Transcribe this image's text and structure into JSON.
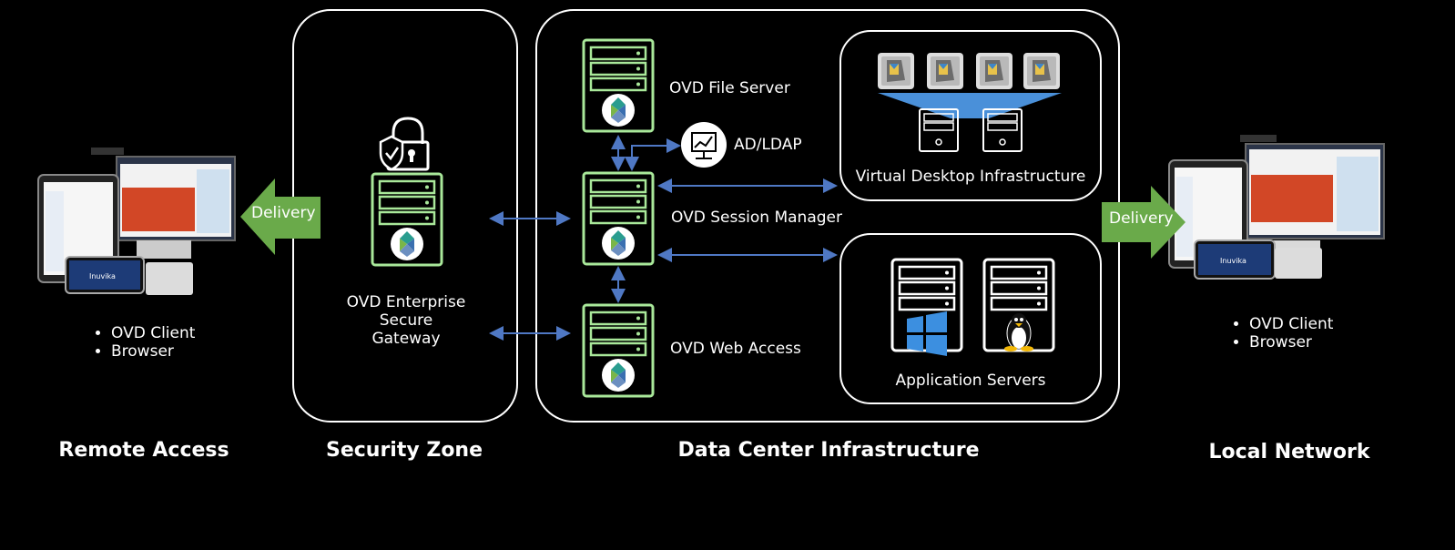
{
  "sections": {
    "remote_access": "Remote Access",
    "security_zone": "Security Zone",
    "data_center": "Data Center Infrastructure",
    "local_network": "Local Network"
  },
  "delivery_left": "Delivery",
  "delivery_right": "Delivery",
  "remote_clients": [
    "OVD Client",
    "Browser"
  ],
  "local_clients": [
    "OVD Client",
    "Browser"
  ],
  "gateway": {
    "line1": "OVD Enterprise",
    "line2": "Secure",
    "line3": "Gateway"
  },
  "file_server": "OVD File Server",
  "ad_ldap": "AD/LDAP",
  "session_manager": "OVD Session Manager",
  "web_access": "OVD Web Access",
  "vdi": "Virtual Desktop Infrastructure",
  "app_servers": "Application Servers",
  "colors": {
    "server_outline": "#a9e89a",
    "arrow": "#4f78c4",
    "delivery": "#6aaa4a",
    "vdi_funnel": "#4a90d9",
    "windows": "#3c8fe0"
  },
  "icons": [
    "lock-shield-icon",
    "network-graph-icon",
    "windows-logo-icon",
    "linux-tux-icon",
    "ovd-logo-icon"
  ]
}
